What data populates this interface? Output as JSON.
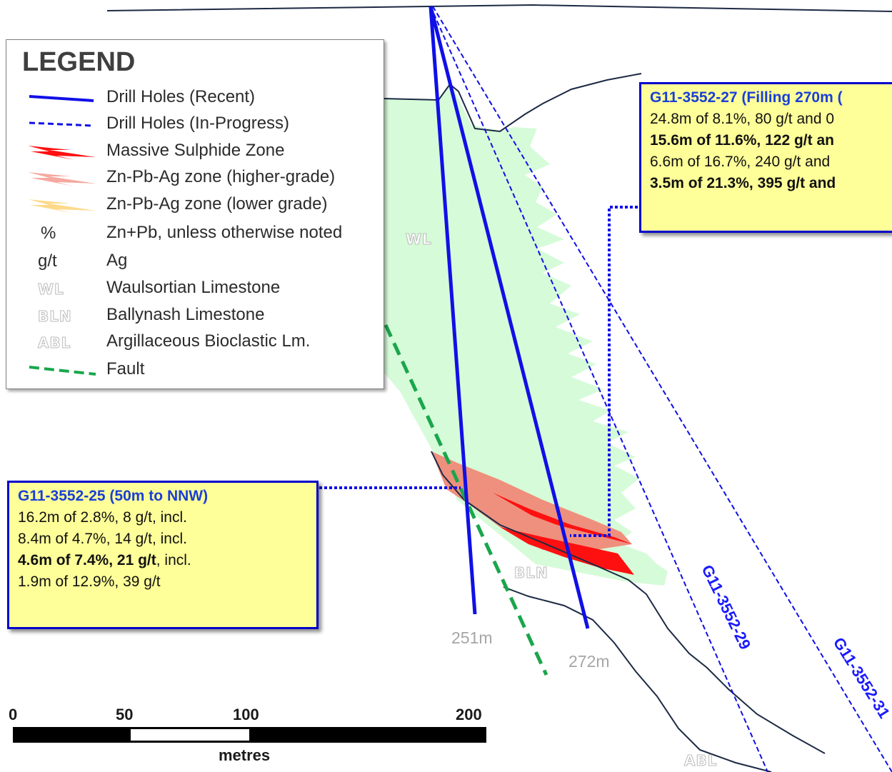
{
  "legend": {
    "title": "LEGEND",
    "items": [
      {
        "symbol": "solid-blue-line",
        "label": "Drill Holes (Recent)"
      },
      {
        "symbol": "dashed-blue-line",
        "label": "Drill Holes (In-Progress)"
      },
      {
        "symbol": "red-lens",
        "label": "Massive Sulphide Zone"
      },
      {
        "symbol": "pink-lens",
        "label": "Zn-Pb-Ag zone (higher-grade)"
      },
      {
        "symbol": "orange-lens",
        "label": "Zn-Pb-Ag zone (lower grade)"
      },
      {
        "abbrev": "%",
        "label": "Zn+Pb, unless otherwise noted"
      },
      {
        "abbrev": "g/t",
        "label": "Ag"
      },
      {
        "abbrev": "WL",
        "label": "Waulsortian Limestone"
      },
      {
        "abbrev": "BLN",
        "label": "Ballynash Limestone"
      },
      {
        "abbrev": "ABL",
        "label": "Argillaceous Bioclastic Lm."
      },
      {
        "symbol": "green-dashed-line",
        "label": "Fault"
      }
    ]
  },
  "callout_25": {
    "title": "G11-3552-25 (50m to NNW)",
    "line1": "16.2m of 2.8%, 8 g/t, incl.",
    "line2": "8.4m of 4.7%, 14 g/t, incl.",
    "line3_bold": "4.6m of 7.4%, 21 g/t",
    "line3_rest": ", incl.",
    "line4": "1.9m of 12.9%, 39 g/t"
  },
  "callout_27": {
    "title": "G11-3552-27 (Filling 270m (",
    "line1": "24.8m of 8.1%, 80 g/t and 0",
    "line2": "15.6m of 11.6%, 122 g/t an",
    "line3": "6.6m of 16.7%, 240 g/t and",
    "line4": "3.5m of 21.3%, 395 g/t and"
  },
  "strata": {
    "wl": "WL",
    "bln": "BLN",
    "abl": "ABL"
  },
  "depths": {
    "hole_a": "251m",
    "hole_b": "272m"
  },
  "holes": {
    "hole_29": "G11-3552-29",
    "hole_31": "G11-3552-31"
  },
  "scale": {
    "ticks": [
      "0",
      "50",
      "100",
      "200"
    ],
    "unit": "metres"
  },
  "colors": {
    "drill_hole": "#1010e6",
    "massive_sulphide": "#ff1a1a",
    "higher_grade": "#f2998a",
    "lower_grade": "#ffd98a",
    "wl_zone": "#d5fbd9",
    "fault": "#1aa64c",
    "contact": "#1c2a44",
    "callout_fill": "#ffff99"
  }
}
